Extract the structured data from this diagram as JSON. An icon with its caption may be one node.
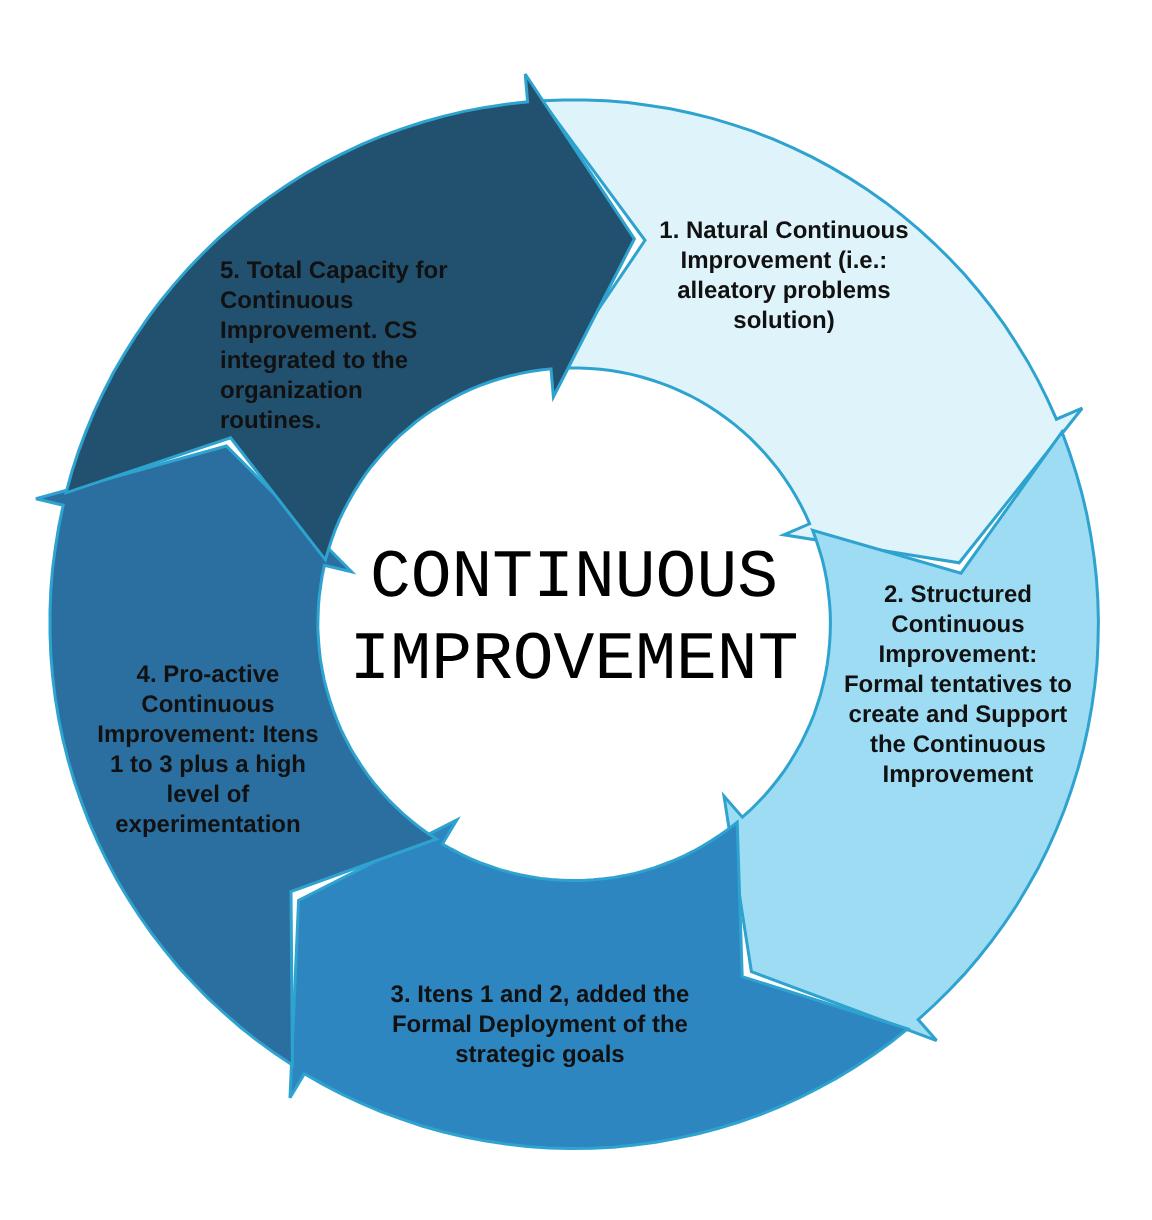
{
  "diagram": {
    "title": "CONTINUOUS IMPROVEMENT",
    "nodes": [
      {
        "text": [
          "1. Natural Continuous Improvement (i.e.: alleatory problems solution)"
        ]
      },
      {
        "text": [
          "2. Structured Continuous Improvement: Formal tentatives to create and Support the Continuous Improvement"
        ]
      },
      {
        "text": [
          "3. Itens 1 and 2, added the Formal Deployment of the strategic goals"
        ]
      },
      {
        "text": [
          "4. Pro-active Continuous Improvement: Itens 1 to 3 plus a high level of experimentation"
        ]
      },
      {
        "text": [
          "5. Total Capacity for Continuous Improvement. CS integrated to the organization routines."
        ]
      }
    ]
  }
}
